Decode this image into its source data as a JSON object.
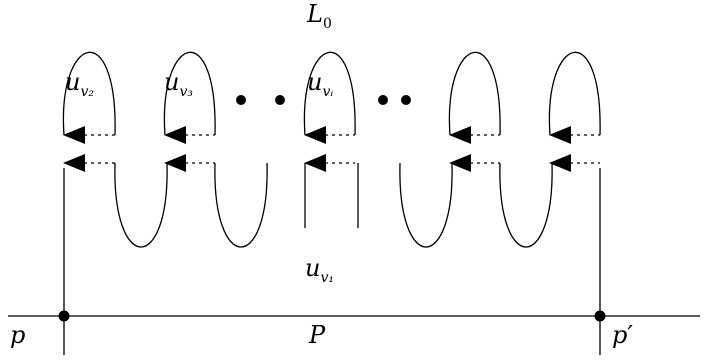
{
  "labels": {
    "L0_main": "L",
    "L0_sub": "0",
    "u_v2_main": "u",
    "u_v2_sub": "v₂",
    "u_v3_main": "u",
    "u_v3_sub": "v₃",
    "u_vi_main": "u",
    "u_vi_sub": "vᵢ",
    "u_v1_main": "u",
    "u_v1_sub": "v₁",
    "P": "P",
    "p": "p",
    "p_prime": "p′"
  },
  "colors": {
    "stroke": "#000000",
    "background": "#ffffff"
  }
}
